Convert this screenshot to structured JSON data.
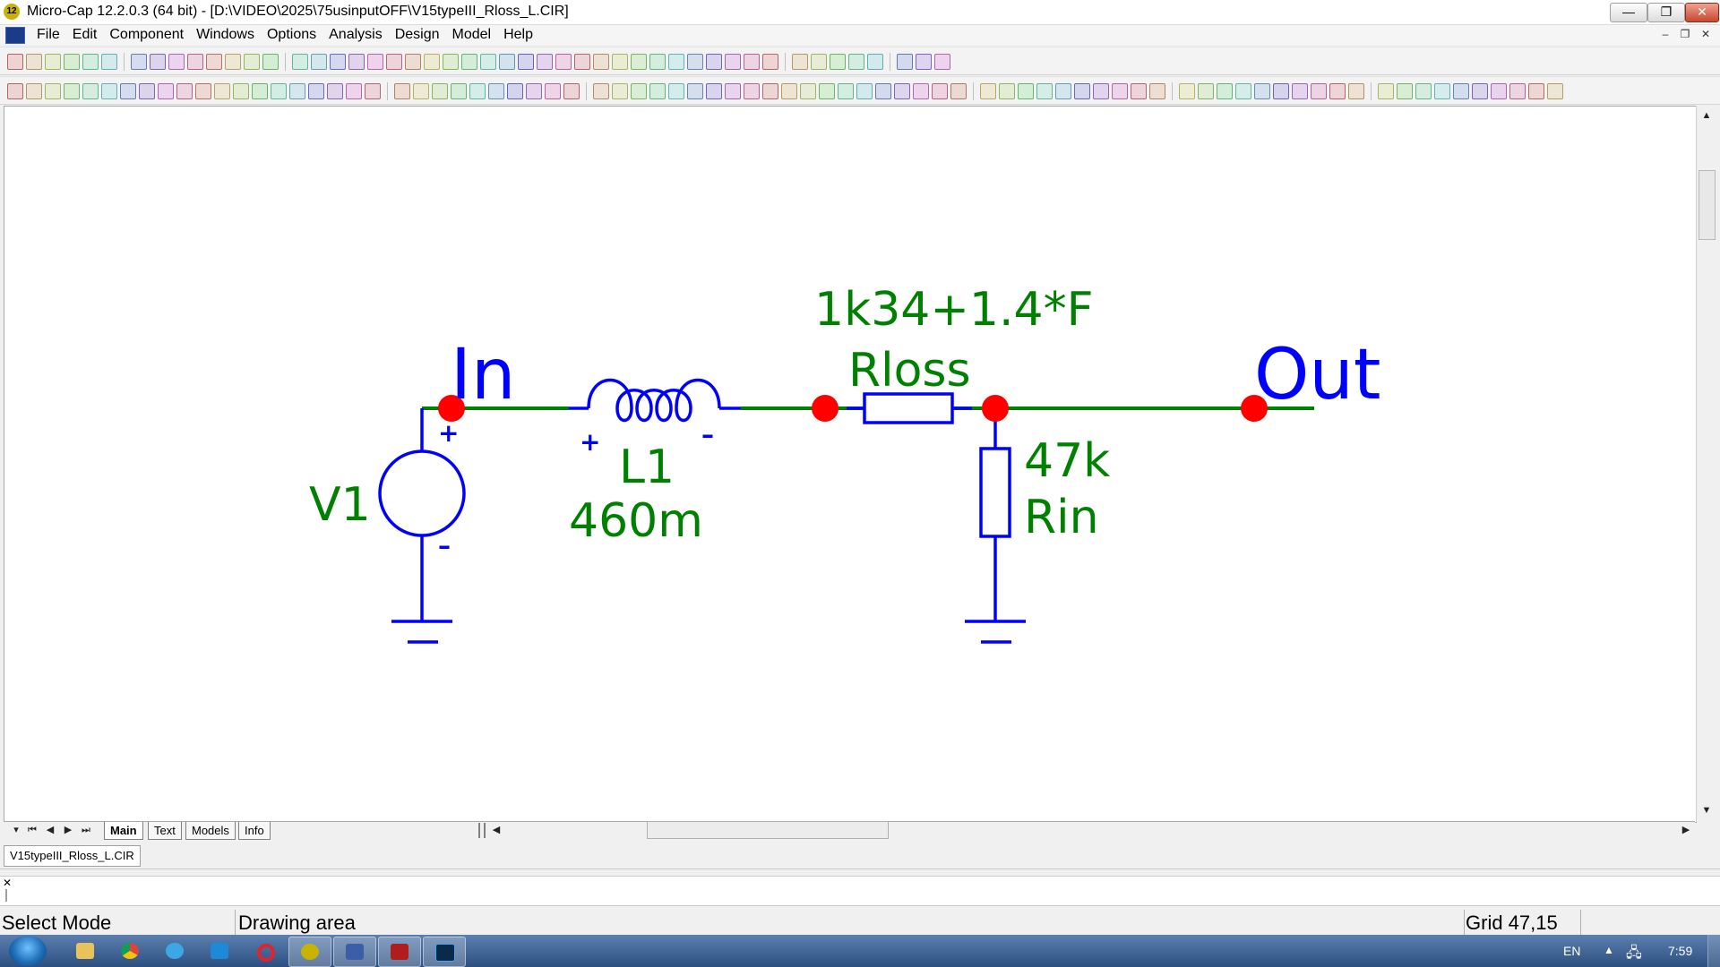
{
  "window": {
    "title": "Micro-Cap 12.2.0.3 (64 bit) - [D:\\VIDEO\\2025\\75usinputOFF\\V15typeIII_Rloss_L.CIR]",
    "app_icon_text": "12",
    "min_symbol": "—",
    "restore_symbol": "❐",
    "close_symbol": "✕"
  },
  "menu": {
    "items": [
      "File",
      "Edit",
      "Component",
      "Windows",
      "Options",
      "Analysis",
      "Design",
      "Model",
      "Help"
    ],
    "mdi_min": "–",
    "mdi_restore": "❐",
    "mdi_close": "✕"
  },
  "circuit": {
    "nodes": {
      "in": "In",
      "out": "Out"
    },
    "source": {
      "name": "V1",
      "plus": "+",
      "minus": "–"
    },
    "inductor": {
      "name": "L1",
      "value": "460m",
      "plus": "+",
      "minus": "–"
    },
    "r_loss": {
      "name": "Rloss",
      "value": "1k34+1.4*F"
    },
    "r_in": {
      "name": "Rin",
      "value": "47k"
    },
    "colors": {
      "wire": "#008000",
      "component": "#0000ff",
      "label": "#008000",
      "node_label": "#0000ff",
      "node_dot": "#ff0000"
    }
  },
  "tabs": [
    "Main",
    "Text",
    "Models",
    "Info"
  ],
  "active_tab": "Main",
  "document_tab": "V15typeIII_Rloss_L.CIR",
  "status": {
    "mode": "Select Mode",
    "area": "Drawing area",
    "grid": "Grid 47,15"
  },
  "taskbar": {
    "language": "EN",
    "time": "7:59"
  }
}
